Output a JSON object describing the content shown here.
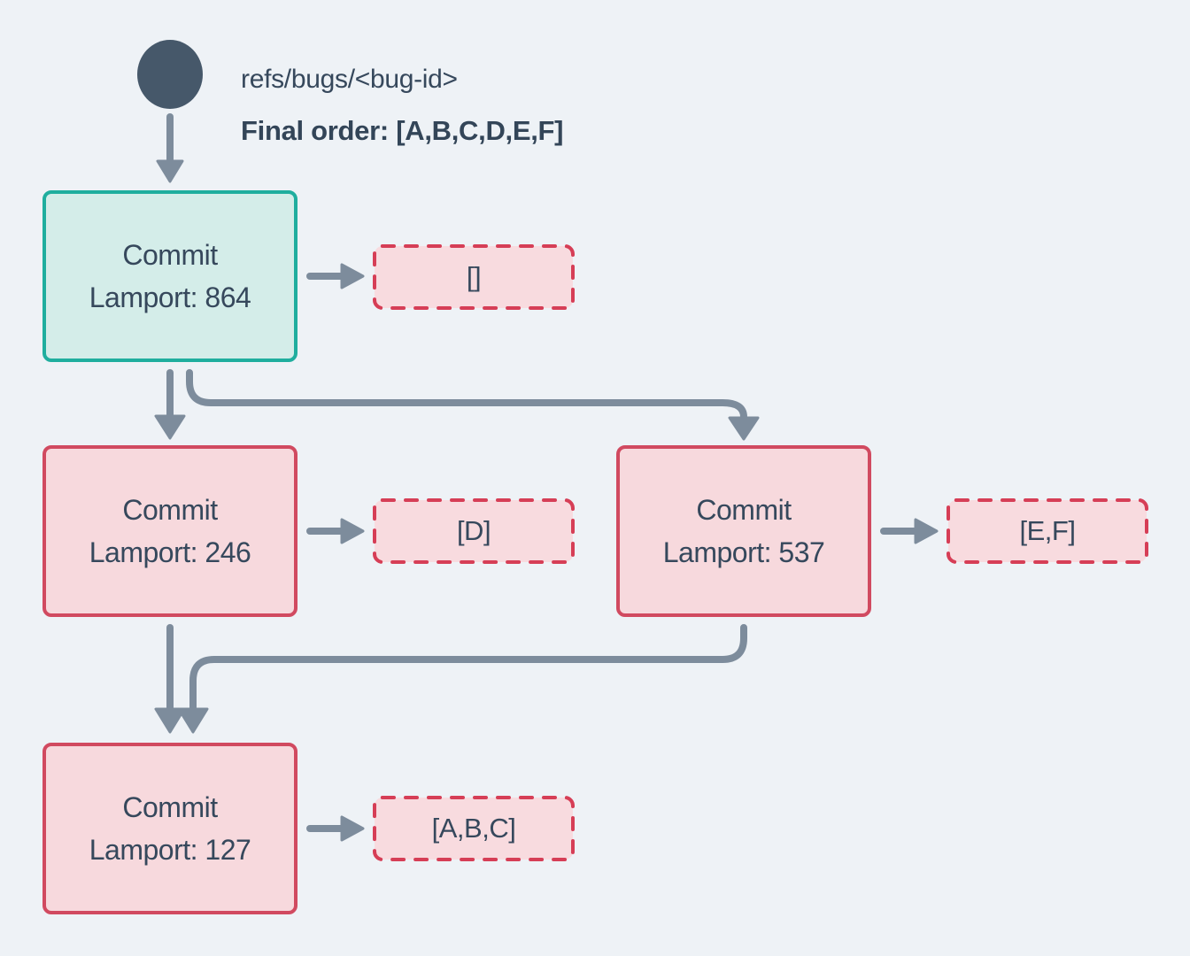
{
  "header": {
    "ref_label": "refs/bugs/<bug-id>",
    "final_order_label": "Final order: [A,B,C,D,E,F]"
  },
  "nodes": [
    {
      "title": "Commit",
      "lamport": "Lamport: 864",
      "ops": "[]",
      "role": "head"
    },
    {
      "title": "Commit",
      "lamport": "Lamport: 246",
      "ops": "[D]",
      "role": "normal"
    },
    {
      "title": "Commit",
      "lamport": "Lamport: 537",
      "ops": "[E,F]",
      "role": "normal"
    },
    {
      "title": "Commit",
      "lamport": "Lamport: 127",
      "ops": "[A,B,C]",
      "role": "normal"
    }
  ],
  "colors": {
    "background": "#eef2f6",
    "ref_dot": "#46586a",
    "text": "#36485c",
    "arrow": "#7d8c9c",
    "head_border": "#1fae9e",
    "head_fill": "#d4ede9",
    "commit_border": "#d14a60",
    "commit_fill": "#f7d9dd",
    "ops_border": "#d63e56",
    "ops_fill": "#f8dbdf"
  }
}
